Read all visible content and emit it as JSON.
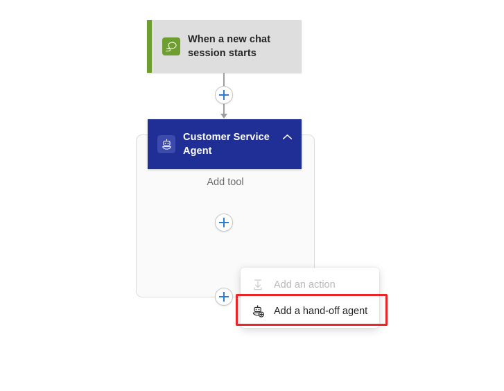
{
  "flow": {
    "trigger": {
      "title": "When a new chat session starts",
      "icon": "chat-bubbles-icon",
      "accent_color": "#6e9e2f",
      "background_color": "#dedede"
    },
    "agent": {
      "title": "Customer Service Agent",
      "icon": "robot-agent-icon",
      "header_color": "#1f2f96",
      "collapse_icon": "chevron-up-icon",
      "body_label": "Add tool",
      "body_add_icon": "plus-icon"
    },
    "connectors": {
      "add_step_icon": "plus-icon"
    }
  },
  "context_menu": {
    "items": [
      {
        "label": "Add an action",
        "icon": "insert-action-icon",
        "disabled": true
      },
      {
        "label": "Add a hand-off agent",
        "icon": "add-handoff-agent-icon",
        "disabled": false
      }
    ]
  },
  "annotation": {
    "highlight_color": "#e8262a"
  }
}
